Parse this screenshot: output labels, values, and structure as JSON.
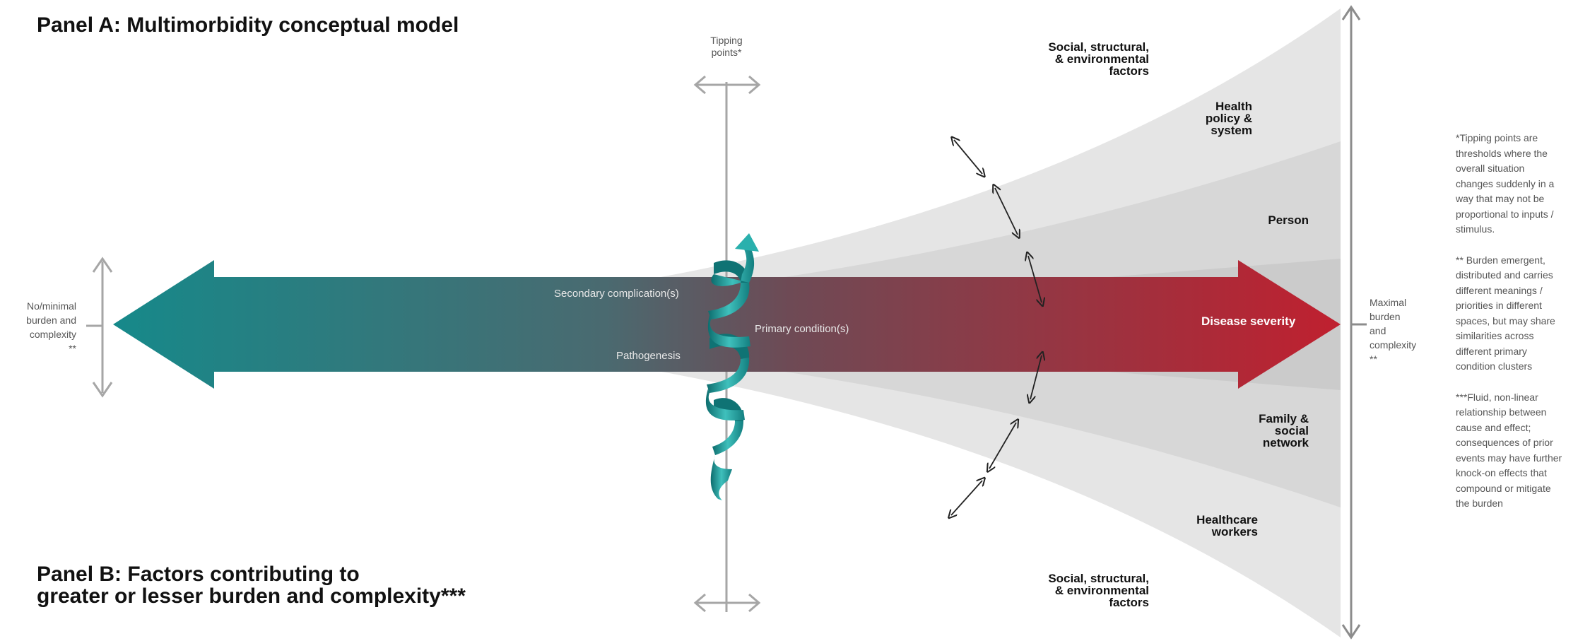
{
  "panel_a_title": "Panel A: Multimorbidity conceptual model",
  "panel_b_title_line1": "Panel B: Factors contributing to",
  "panel_b_title_line2": "greater or lesser burden and complexity***",
  "tipping_points_label_line1": "Tipping",
  "tipping_points_label_line2": "points*",
  "left_label": [
    "No/minimal",
    "burden and",
    "complexity",
    "**"
  ],
  "right_label": [
    "Maximal",
    "burden",
    "and",
    "complexity",
    "**"
  ],
  "arrow_labels": {
    "secondary": "Secondary complication(s)",
    "primary": "Primary condition(s)",
    "pathogenesis": "Pathogenesis",
    "disease_severity": "Disease severity"
  },
  "layers": {
    "social_top": [
      "Social, structural,",
      "& environmental",
      "factors"
    ],
    "health_policy": [
      "Health",
      "policy &",
      "system"
    ],
    "person": [
      "Person"
    ],
    "family": [
      "Family &",
      "social",
      "network"
    ],
    "healthcare": [
      "Healthcare",
      "workers"
    ],
    "social_bottom": [
      "Social, structural,",
      "& environmental",
      "factors"
    ]
  },
  "notes": {
    "tipping": [
      "*Tipping points are",
      "thresholds where the",
      "overall situation",
      "changes suddenly in a",
      "way that may not be",
      "proportional to inputs /",
      "stimulus."
    ],
    "burden": [
      "** Burden emergent,",
      "distributed and carries",
      "different meanings /",
      "priorities in different",
      "spaces, but may share",
      "similarities across",
      "different primary",
      "condition clusters"
    ],
    "fluid": [
      "***Fluid, non-linear",
      "relationship between",
      "cause and effect;",
      "consequences of prior",
      "events may have further",
      "knock-on effects that",
      "compound or mitigate",
      "the burden"
    ]
  },
  "colors": {
    "teal": "#16898a",
    "red": "#b8202f",
    "cone_outer": "#e6e6e6",
    "cone_mid": "#d6d6d6",
    "cone_inner": "#c8c8c8",
    "axis_gray": "#a6a6a6"
  }
}
